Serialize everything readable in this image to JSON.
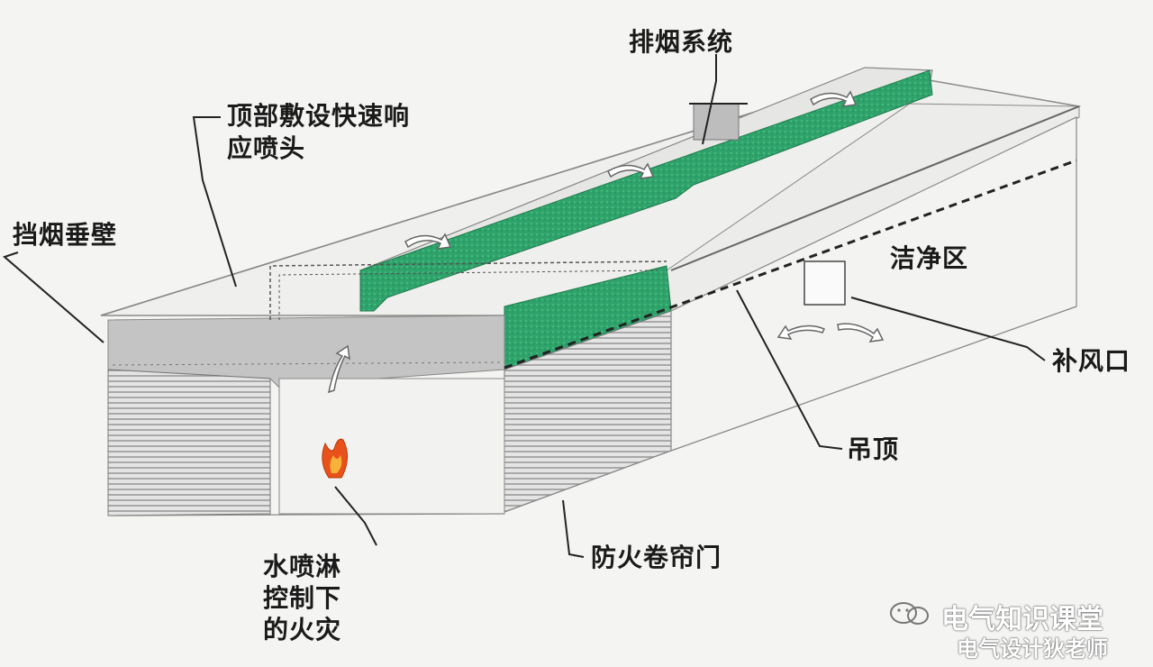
{
  "labels": {
    "exhaust_system": "排烟系统",
    "sprinkler_top": "顶部敷设快速响",
    "sprinkler_bottom": "应喷头",
    "smoke_barrier": "挡烟垂壁",
    "clean_zone": "洁净区",
    "air_supply": "补风口",
    "ceiling": "吊顶",
    "fire_shutter": "防火卷帘门",
    "fire_line1": "水喷淋",
    "fire_line2": "控制下",
    "fire_line3": "的火灾"
  },
  "watermark": {
    "line1": "电气知识课堂",
    "line2": "电气设计狄老师"
  },
  "colors": {
    "green": "#2fa36b",
    "roof": "#efefed",
    "wall_hatch": "#9a9a9a",
    "smoke": "#c4c4c4",
    "flame": "#e8521a"
  }
}
